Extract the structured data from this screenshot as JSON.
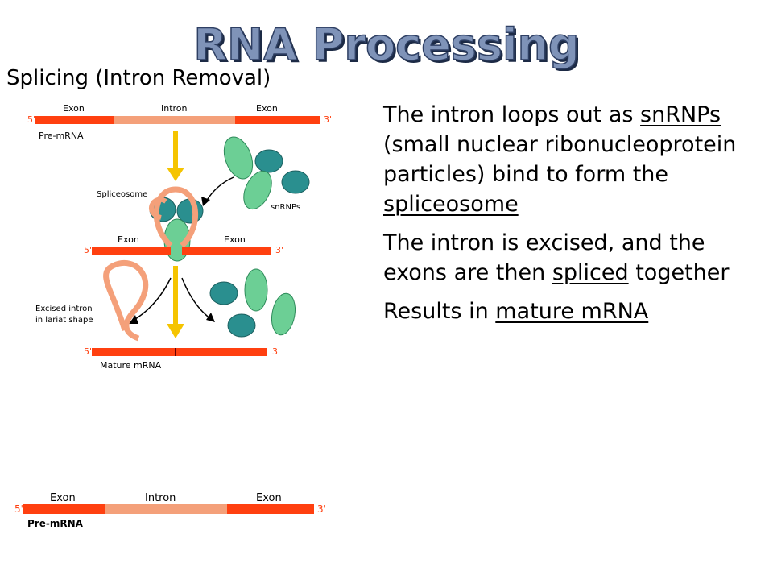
{
  "title": "RNA Processing",
  "subtitle": "Splicing (Intron Removal)",
  "bullets": {
    "p1": {
      "a": "The intron loops out as ",
      "u1": "snRNPs",
      "b": " (small nuclear ribonucleoprotein particles) bind to form the ",
      "u2": "spliceosome"
    },
    "p2": {
      "a": "The intron is excised, and the exons are then ",
      "u1": "spliced",
      "b": " together"
    },
    "p3": {
      "a": "Results in ",
      "u1": "mature mRNA"
    }
  },
  "diagram": {
    "exon": "Exon",
    "intron": "Intron",
    "five_prime": "5'",
    "three_prime": "3'",
    "pre_mrna": "Pre-mRNA",
    "spliceosome": "Spliceosome",
    "snrnps": "snRNPs",
    "excised_line1": "Excised intron",
    "excised_line2": "in lariat shape",
    "mature_mrna": "Mature mRNA"
  },
  "colors": {
    "exon": "#ff4010",
    "intron": "#f4a07a",
    "arrow": "#f5c400",
    "snrnp_light": "#6ccf95",
    "snrnp_dark": "#2a8f8f",
    "title_fill": "#7f93b8"
  }
}
